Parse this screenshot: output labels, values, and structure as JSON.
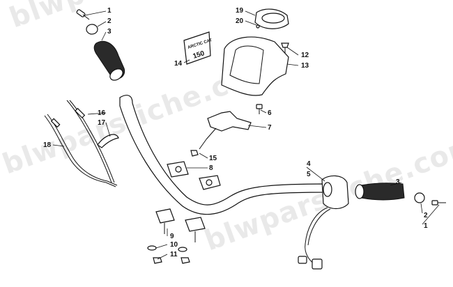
{
  "watermark": "blwparsfiche.com",
  "decal": {
    "brand": "ARCTIC CAT",
    "code": "150"
  },
  "callouts": {
    "c1a": "1",
    "c2a": "2",
    "c3a": "3",
    "c19": "19",
    "c20": "20",
    "c12": "12",
    "c14": "14",
    "c13": "13",
    "c16": "16",
    "c17": "17",
    "c18": "18",
    "c6": "6",
    "c7": "7",
    "c15": "15",
    "c8": "8",
    "c4": "4",
    "c5": "5",
    "c3b": "3",
    "c2b": "2",
    "c1b": "1",
    "c9": "9",
    "c10": "10",
    "c11": "11"
  }
}
